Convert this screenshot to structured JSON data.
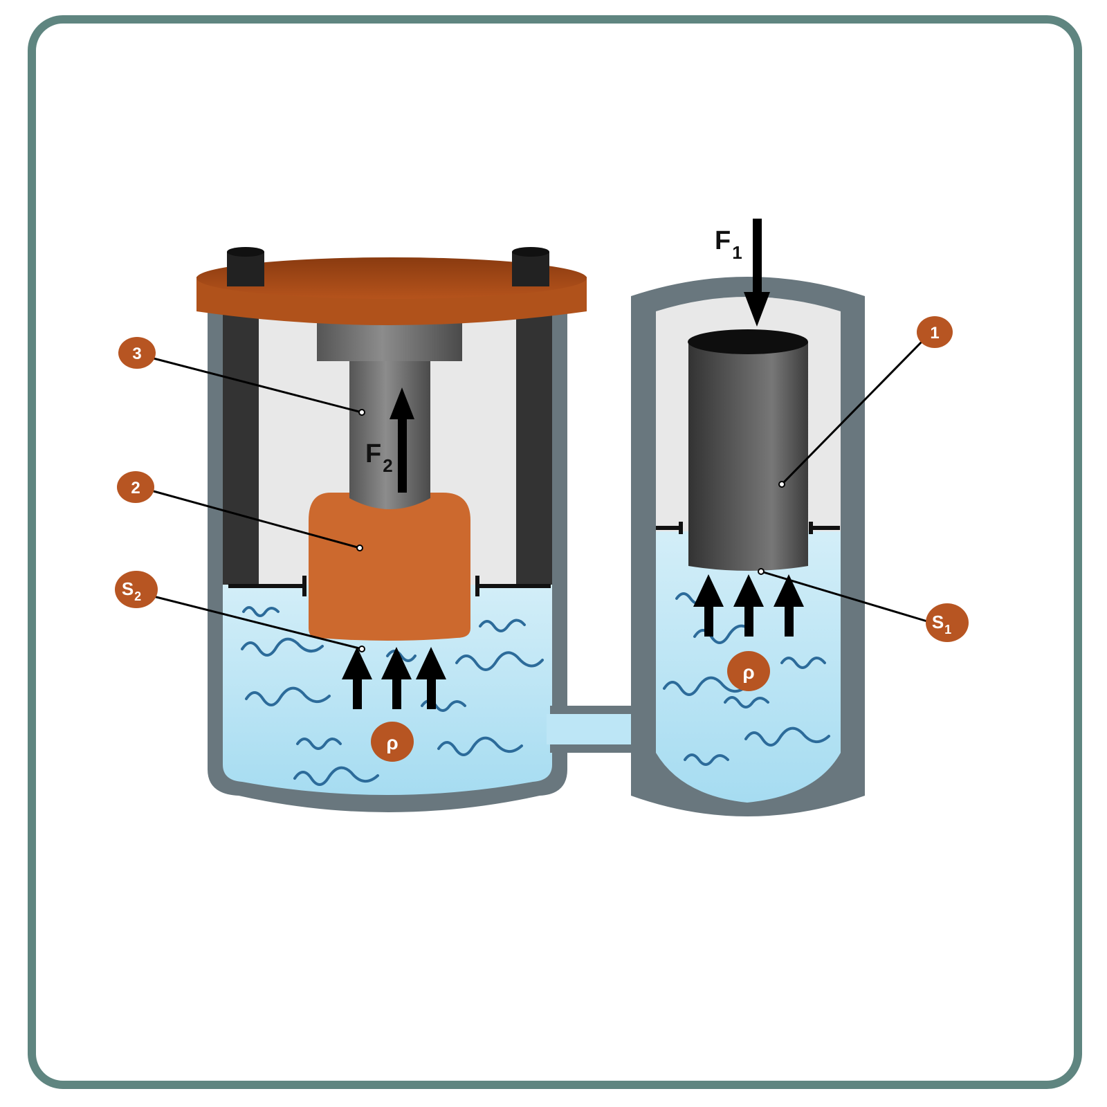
{
  "colors": {
    "frame": "#5f8580",
    "wall": "#69777e",
    "liquid": "#c4e8f6",
    "wave": "#2c6b9a",
    "piston_orange": "#cc692e",
    "press_plate": "#b0521b",
    "steel_dark": "#3a3a3a",
    "marker": "#b75522"
  },
  "markers": {
    "m1": "1",
    "m2": "2",
    "m3": "3",
    "s1": {
      "main": "S",
      "sub": "1"
    },
    "s2": {
      "main": "S",
      "sub": "2"
    },
    "rho_left": "ρ",
    "rho_right": "ρ"
  },
  "forces": {
    "f1": {
      "main": "F",
      "sub": "1"
    },
    "f2": {
      "main": "F",
      "sub": "2"
    }
  }
}
